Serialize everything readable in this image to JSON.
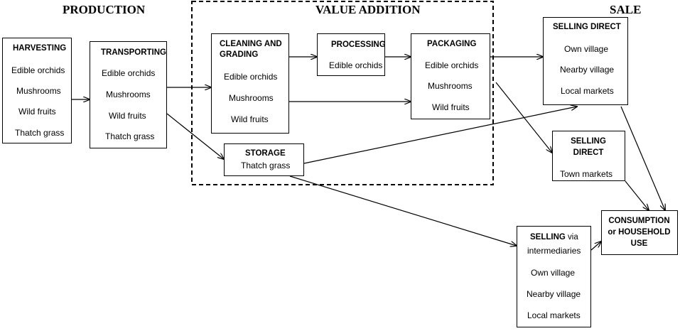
{
  "sections": {
    "production": "PRODUCTION",
    "value_addition": "VALUE ADDITION",
    "sale": "SALE"
  },
  "harvesting": {
    "title": "HARVESTING",
    "items": [
      "Edible orchids",
      "Mushrooms",
      "Wild fruits",
      "Thatch grass"
    ]
  },
  "transporting": {
    "title": "TRANSPORTING",
    "items": [
      "Edible orchids",
      "Mushrooms",
      "Wild fruits",
      "Thatch grass"
    ]
  },
  "cleaning": {
    "title_line1": "CLEANING AND",
    "title_line2": "GRADING",
    "items": [
      "Edible orchids",
      "Mushrooms",
      "Wild fruits"
    ]
  },
  "processing": {
    "title": "PROCESSING",
    "items": [
      "Edible orchids"
    ]
  },
  "packaging": {
    "title": "PACKAGING",
    "items": [
      "Edible orchids",
      "Mushrooms",
      "Wild fruits"
    ]
  },
  "storage": {
    "title": "STORAGE",
    "items": [
      "Thatch grass"
    ]
  },
  "selling_direct_1": {
    "title": "SELLING DIRECT",
    "items": [
      "Own village",
      "Nearby village",
      "Local markets"
    ]
  },
  "selling_direct_2": {
    "title_line1": "SELLING",
    "title_line2": "DIRECT",
    "items": [
      "Town markets"
    ]
  },
  "selling_intermediaries": {
    "title_bold": "SELLING",
    "title_rest": " via",
    "title_line2": "intermediaries",
    "items": [
      "Own village",
      "Nearby village",
      "Local markets"
    ]
  },
  "consumption": {
    "line1": "CONSUMPTION",
    "line2": "or HOUSEHOLD",
    "line3": "USE"
  }
}
